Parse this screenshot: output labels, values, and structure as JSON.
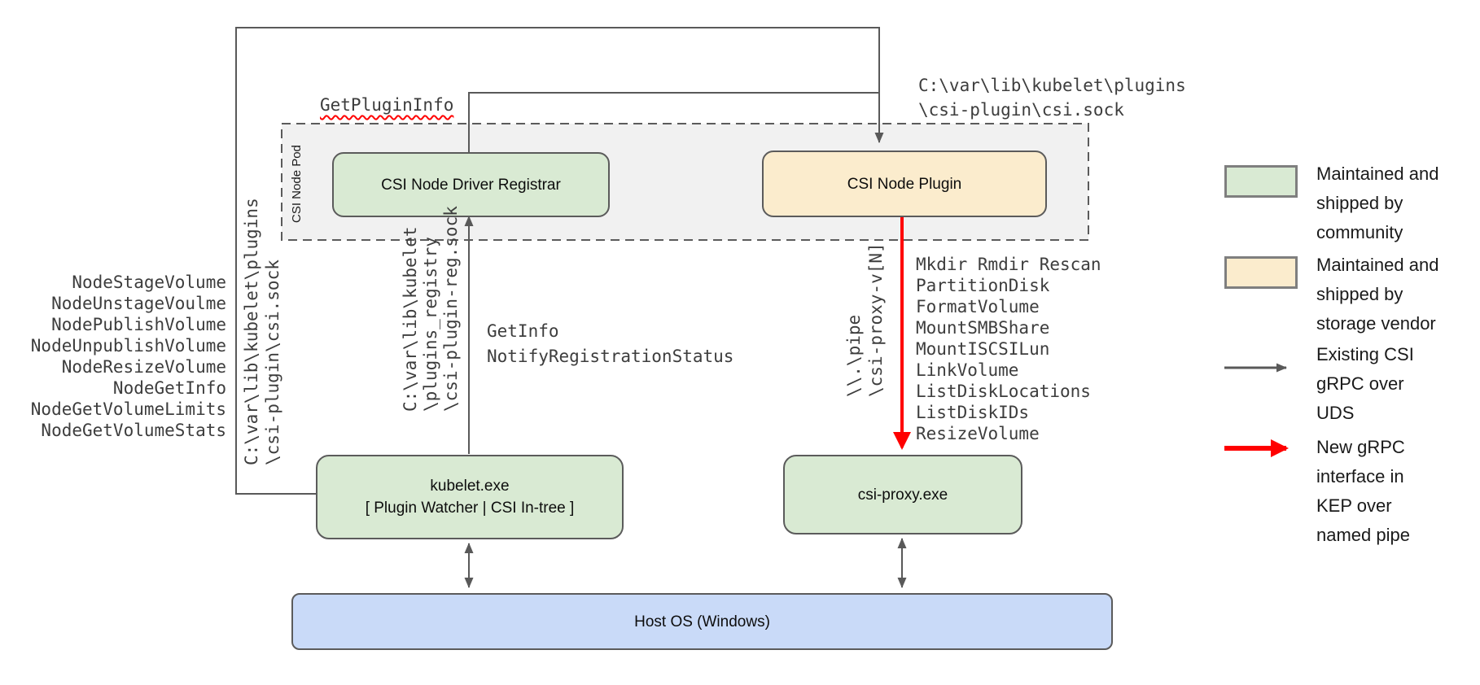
{
  "diagram": {
    "pod_label": "CSI Node Pod",
    "boxes": {
      "registrar": "CSI Node Driver Registrar",
      "plugin": "CSI Node Plugin",
      "kubelet": [
        "kubelet.exe",
        "[ Plugin Watcher | CSI In-tree ]"
      ],
      "csi_proxy": "csi-proxy.exe",
      "host_os": "Host OS (Windows)"
    },
    "labels": {
      "get_plugin_info": "GetPluginInfo",
      "csi_sock_path": [
        "C:\\var\\lib\\kubelet\\plugins",
        "\\csi-plugin\\csi.sock"
      ],
      "kubelet_plugins_path_vertical": [
        "C:\\var\\lib\\kubelet\\plugins",
        "\\csi-plugin\\csi.sock"
      ],
      "registry_sock_path_vertical": [
        "C:\\var\\lib\\kubelet",
        "\\plugins_registry",
        "\\csi-plugin-reg.sock"
      ],
      "registration_calls": [
        "GetInfo",
        "NotifyRegistrationStatus"
      ],
      "named_pipe_vertical": [
        "\\\\.\\pipe",
        "\\csi-proxy-v[N]"
      ]
    },
    "node_methods": [
      "NodeStageVolume",
      "NodeUnstageVoulme",
      "NodePublishVolume",
      "NodeUnpublishVolume",
      "NodeResizeVolume",
      "NodeGetInfo",
      "NodeGetVolumeLimits",
      "NodeGetVolumeStats"
    ],
    "proxy_methods": [
      "Mkdir Rmdir Rescan",
      "PartitionDisk",
      "FormatVolume",
      "MountSMBShare",
      "MountISCSILun",
      "LinkVolume",
      "ListDiskLocations",
      "ListDiskIDs",
      "ResizeVolume"
    ]
  },
  "legend": {
    "items": [
      {
        "swatch": "green-box",
        "text": [
          "Maintained and",
          "shipped by",
          "community"
        ]
      },
      {
        "swatch": "yellow-box",
        "text": [
          "Maintained and",
          "shipped by",
          "storage vendor"
        ]
      },
      {
        "swatch": "gray-arrow",
        "text": [
          "Existing CSI",
          "gRPC over",
          "UDS"
        ]
      },
      {
        "swatch": "red-arrow",
        "text": [
          "New gRPC",
          "interface in",
          "KEP over",
          "named pipe"
        ]
      }
    ]
  },
  "colors": {
    "community_green": "#d9ead3",
    "vendor_yellow": "#fbeccd",
    "host_blue": "#c9daf8",
    "pod_gray": "#f1f1f1",
    "line_gray": "#595959",
    "new_interface_red": "#ff0000"
  }
}
